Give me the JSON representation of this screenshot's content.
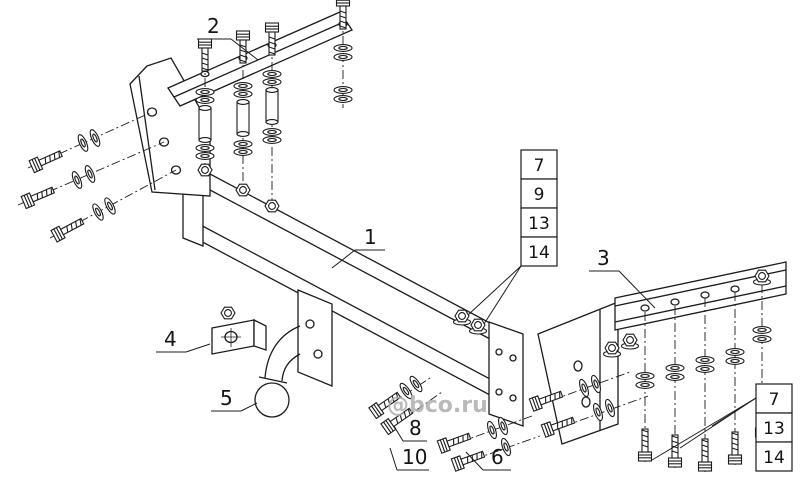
{
  "diagram": {
    "watermark": "@bco.ru",
    "part_labels": {
      "p1": "1",
      "p2": "2",
      "p3": "3",
      "p4": "4",
      "p5": "5",
      "p6": "6",
      "p8": "8",
      "p10": "10"
    },
    "callout_stack_mid": {
      "items": [
        "7",
        "9",
        "13",
        "14"
      ]
    },
    "callout_stack_right": {
      "items": [
        "7",
        "13",
        "14"
      ]
    }
  },
  "colors": {
    "line": "#1c1c1c",
    "background": "#ffffff",
    "watermark": "#aeaeae"
  }
}
